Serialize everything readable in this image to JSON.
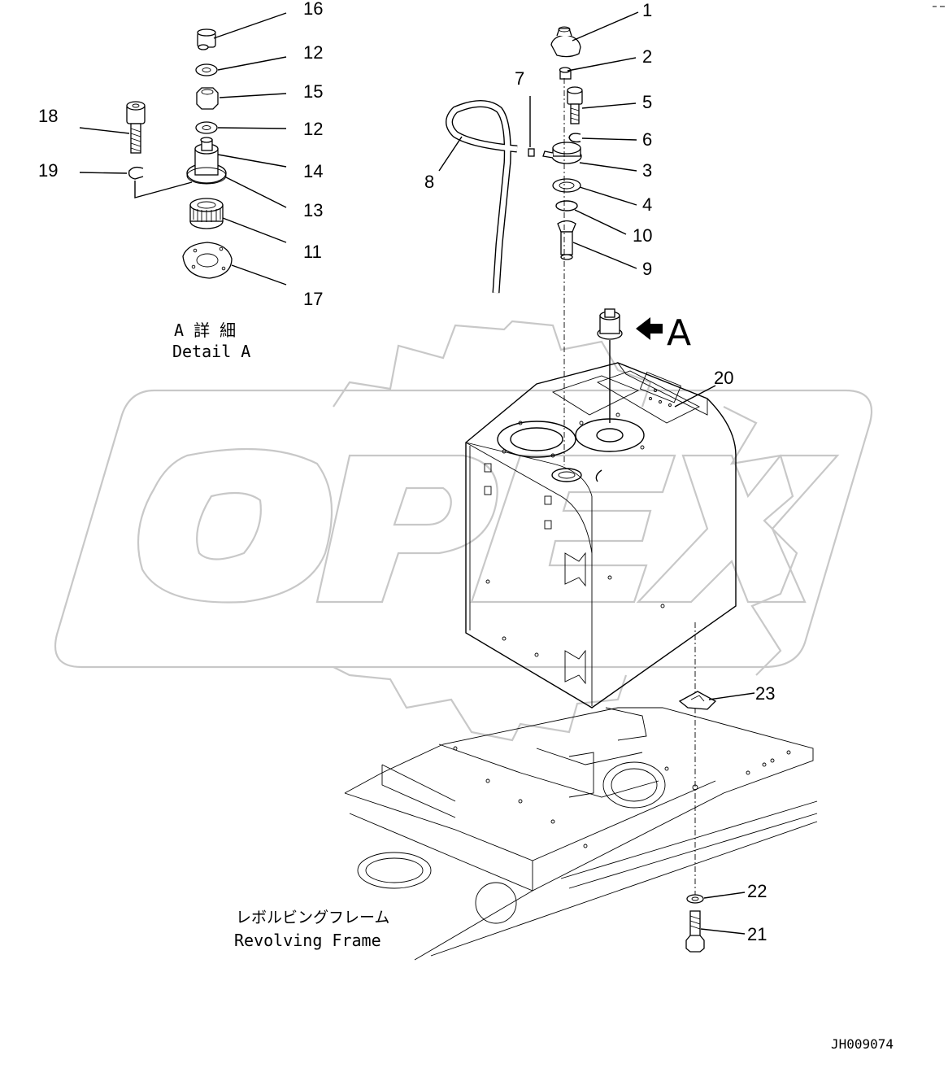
{
  "watermark": {
    "text": "OPEX",
    "color": "#c8c8c8"
  },
  "labels": {
    "p1": "1",
    "p2": "2",
    "p3": "3",
    "p4": "4",
    "p5": "5",
    "p6": "6",
    "p7": "7",
    "p8": "8",
    "p9": "9",
    "p10": "10",
    "p11": "11",
    "p12a": "12",
    "p12b": "12",
    "p13": "13",
    "p14": "14",
    "p15": "15",
    "p16": "16",
    "p17": "17",
    "p18": "18",
    "p19": "19",
    "p20": "20",
    "p21": "21",
    "p22": "22",
    "p23": "23"
  },
  "view_marker": "A",
  "detail": {
    "jp": "A 詳 細",
    "en": "Detail A"
  },
  "frame": {
    "jp": "レボルビングフレーム",
    "en": "Revolving Frame"
  },
  "drawing_code": "JH009074"
}
